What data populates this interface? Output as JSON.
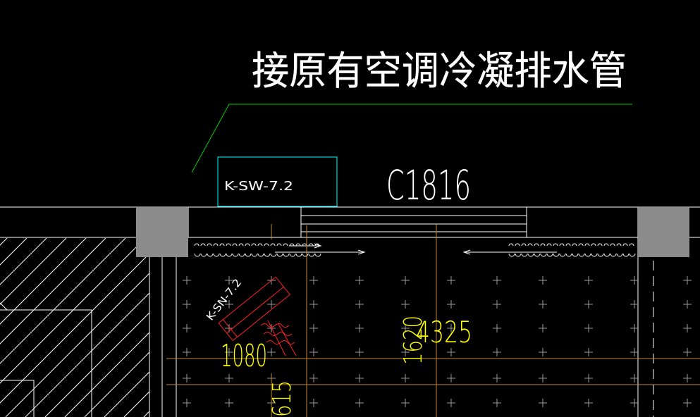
{
  "annotations": {
    "leader_note": "接原有空调冷凝排水管",
    "outdoor_unit_tag": "K-SW-7.2",
    "window_tag": "C1816",
    "indoor_unit_tag": "K-SN-7.2"
  },
  "dimensions": {
    "d1080": "1080",
    "d1620": "1620",
    "d4325": "4325",
    "d615": "615"
  },
  "colors": {
    "background": "#000000",
    "wall_line": "#ffffff",
    "column_fill": "#8c8c8c",
    "leader": "#00cc00",
    "outdoor_unit": "#00ffff",
    "indoor_unit": "#ff2020",
    "dimension_text": "#ffff00",
    "grid_axis": "#c08a30"
  }
}
